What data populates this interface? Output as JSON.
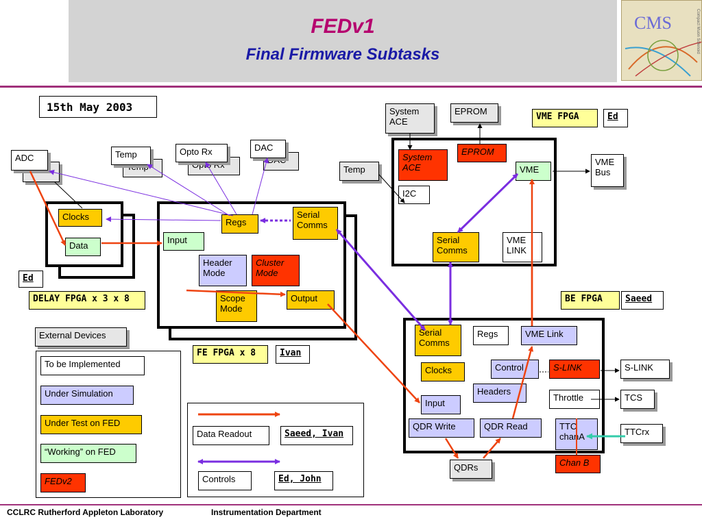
{
  "header": {
    "title": "FEDv1",
    "subtitle": "Final Firmware Subtasks",
    "logo_text": "CMS",
    "logo_side": "Compact Muon Solenoid"
  },
  "date": "15th May 2003",
  "footer": {
    "lab": "CCLRC Rutherford Appleton Laboratory",
    "dept": "Instrumentation Department"
  },
  "colors": {
    "fedv2": "#ff3300",
    "under_test": "#fecb00",
    "working": "#ccffcc",
    "simulation": "#ccccff",
    "data_arrow": "#ee4411",
    "control_arrow": "#7a2ee0",
    "ttc_arrow": "#33ccaa"
  },
  "fe": {
    "adc_front": "ADC",
    "adc_back": "ADC",
    "temp_front": "Temp",
    "temp_back": "Temp",
    "opto_front": "Opto Rx",
    "opto_back": "Opto Rx",
    "dac_front": "DAC",
    "dac_back": "DAC",
    "clocks": "Clocks",
    "data": "Data",
    "ed": "Ed",
    "delay_fpga": "DELAY FPGA x 3 x 8",
    "regs": "Regs",
    "serial_comms": "Serial Comms",
    "input": "Input",
    "header_mode": "Header Mode",
    "cluster_mode": "Cluster Mode",
    "scope_mode": "Scope Mode",
    "output": "Output",
    "fe_fpga": "FE FPGA x 8",
    "ivan": "Ivan"
  },
  "vme": {
    "system_ace_ext": "System ACE",
    "eprom_ext": "EPROM",
    "vme_fpga": "VME FPGA",
    "ed": "Ed",
    "system_ace": "System ACE",
    "eprom": "EPROM",
    "temp": "Temp",
    "i2c": "I2C",
    "vme": "VME",
    "vme_bus": "VME Bus",
    "serial_comms": "Serial Comms",
    "vme_link": "VME LINK"
  },
  "be": {
    "be_fpga": "BE FPGA",
    "saeed": "Saeed",
    "serial_comms": "Serial Comms",
    "regs": "Regs",
    "vme_link": "VME Link",
    "clocks": "Clocks",
    "control": "Control",
    "slink": "S-LINK",
    "slink_ext": "S-LINK",
    "headers": "Headers",
    "throttle": "Throttle",
    "tcs": "TCS",
    "input": "Input",
    "qdr_write": "QDR Write",
    "qdr_read": "QDR Read",
    "ttc_chana": "TTC chanA",
    "ttcrx": "TTCrx",
    "qdrs": "QDRs",
    "chan_b": "Chan B"
  },
  "legend": {
    "external_devices": "External Devices",
    "to_be_implemented": "To be Implemented",
    "under_simulation": "Under Simulation",
    "under_test": "Under Test on FED",
    "working": "“Working” on FED",
    "fedv2": "FEDv2",
    "data_readout": "Data Readout",
    "data_readout_owner": "Saeed, Ivan",
    "controls": "Controls",
    "controls_owner": "Ed, John"
  }
}
